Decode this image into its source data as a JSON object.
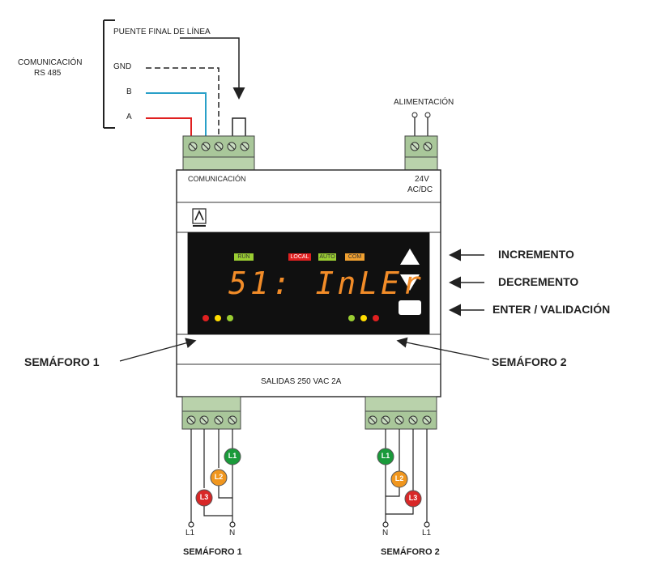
{
  "comm": {
    "title_line1": "COMUNICACIÓN",
    "title_line2": "RS 485",
    "bridge_label": "PUENTE FINAL DE LÍNEA",
    "gnd_label": "GND",
    "b_label": "B",
    "a_label": "A",
    "terminal_label": "COMUNICACIÓN"
  },
  "power": {
    "label": "ALIMENTACIÓN",
    "rating_line1": "24V",
    "rating_line2": "AC/DC"
  },
  "display": {
    "text": "51: InLEr",
    "indicators": [
      {
        "label": "RUN",
        "color": "#9acd32"
      },
      {
        "label": "LOCAL",
        "color": "#e02020"
      },
      {
        "label": "AUTO",
        "color": "#9acd32"
      },
      {
        "label": "COM",
        "color": "#f0a030"
      }
    ]
  },
  "controls": {
    "increment": "INCREMENTO",
    "decrement": "DECREMENTO",
    "enter": "ENTER / VALIDACIÓN"
  },
  "outputs": {
    "label": "SALIDAS  250 VAC  2A"
  },
  "semaphore1": {
    "side_label": "SEMÁFORO 1",
    "bottom_label": "SEMÁFORO 1",
    "lamps": [
      "L1",
      "L2",
      "L3"
    ],
    "line_label": "L1",
    "neutral_label": "N"
  },
  "semaphore2": {
    "side_label": "SEMÁFORO 2",
    "bottom_label": "SEMÁFORO 2",
    "lamps": [
      "L1",
      "L2",
      "L3"
    ],
    "line_label": "L1",
    "neutral_label": "N"
  },
  "colors": {
    "wire_a": "#e02020",
    "wire_b": "#2aa0c8",
    "terminal_green": "#a9c79a",
    "display_bg": "#101010",
    "display_text": "#f28c28",
    "lamp_green": "#1a9a3a",
    "lamp_orange": "#f0961e",
    "lamp_red": "#d82828"
  }
}
